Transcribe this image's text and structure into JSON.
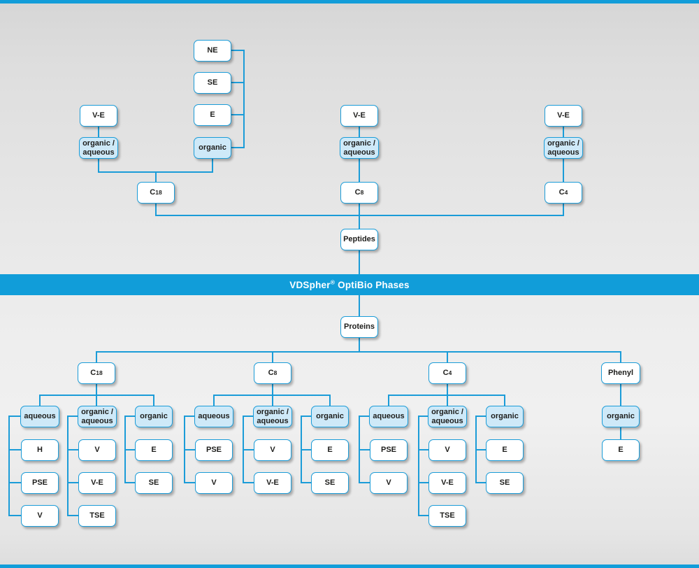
{
  "colors": {
    "accent_blue": "#119dd9",
    "line_blue": "#1b9cd8",
    "node_fill_light_blue": "#cee9f8",
    "node_text_dark": "#1d1d1b"
  },
  "banner": {
    "brand": "VDSpher",
    "registered": "®",
    "suffix": " OptiBio Phases"
  },
  "peptides": {
    "label": "Peptides",
    "columns": [
      {
        "prefix": "C",
        "num": "18",
        "branches": [
          {
            "mode": "organic /\naqueous",
            "top": "V-E"
          },
          {
            "mode": "organic",
            "variants": [
              "NE",
              "SE",
              "E"
            ]
          }
        ]
      },
      {
        "prefix": "C",
        "num": "8",
        "branches": [
          {
            "mode": "organic /\naqueous",
            "top": "V-E"
          }
        ]
      },
      {
        "prefix": "C",
        "num": "4",
        "branches": [
          {
            "mode": "organic /\naqueous",
            "top": "V-E"
          }
        ]
      }
    ]
  },
  "proteins": {
    "label": "Proteins",
    "columns": [
      {
        "prefix": "C",
        "num": "18",
        "modes": [
          {
            "label": "aqueous",
            "phases": [
              "H",
              "PSE",
              "V"
            ]
          },
          {
            "label": "organic /\naqueous",
            "phases": [
              "V",
              "V-E",
              "TSE"
            ]
          },
          {
            "label": "organic",
            "phases": [
              "E",
              "SE"
            ]
          }
        ]
      },
      {
        "prefix": "C",
        "num": "8",
        "modes": [
          {
            "label": "aqueous",
            "phases": [
              "PSE",
              "V"
            ]
          },
          {
            "label": "organic /\naqueous",
            "phases": [
              "V",
              "V-E"
            ]
          },
          {
            "label": "organic",
            "phases": [
              "E",
              "SE"
            ]
          }
        ]
      },
      {
        "prefix": "C",
        "num": "4",
        "modes": [
          {
            "label": "aqueous",
            "phases": [
              "PSE",
              "V"
            ]
          },
          {
            "label": "organic /\naqueous",
            "phases": [
              "V",
              "V-E",
              "TSE"
            ]
          },
          {
            "label": "organic",
            "phases": [
              "E",
              "SE"
            ]
          }
        ]
      },
      {
        "label": "Phenyl",
        "modes": [
          {
            "label": "organic",
            "phases": [
              "E"
            ]
          }
        ]
      }
    ]
  }
}
